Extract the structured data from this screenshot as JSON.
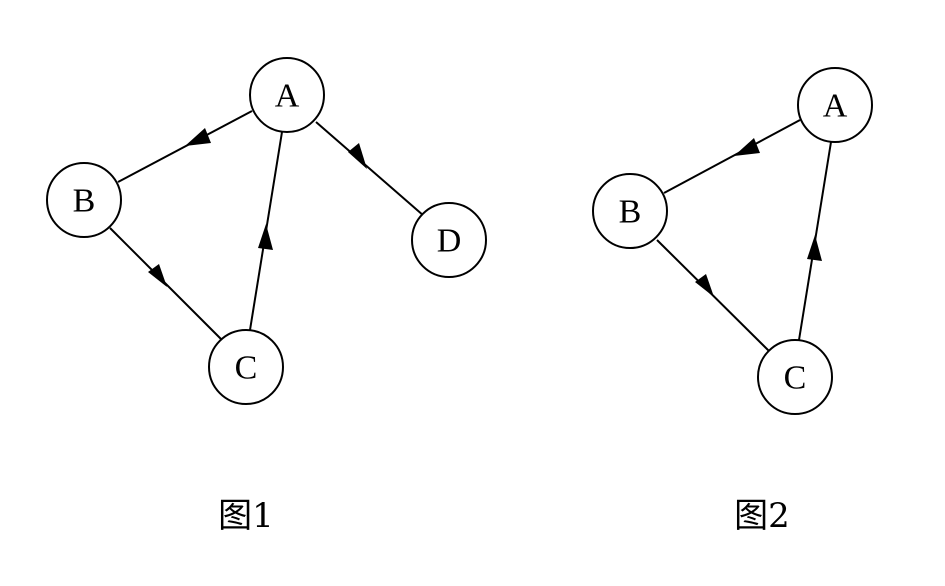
{
  "figures": [
    {
      "caption": "图1",
      "nodes": [
        {
          "id": "A",
          "label": "A"
        },
        {
          "id": "B",
          "label": "B"
        },
        {
          "id": "C",
          "label": "C"
        },
        {
          "id": "D",
          "label": "D"
        }
      ],
      "edges": [
        {
          "from": "A",
          "to": "B"
        },
        {
          "from": "B",
          "to": "C"
        },
        {
          "from": "C",
          "to": "A"
        },
        {
          "from": "A",
          "to": "D"
        }
      ]
    },
    {
      "caption": "图2",
      "nodes": [
        {
          "id": "A",
          "label": "A"
        },
        {
          "id": "B",
          "label": "B"
        },
        {
          "id": "C",
          "label": "C"
        }
      ],
      "edges": [
        {
          "from": "A",
          "to": "B"
        },
        {
          "from": "B",
          "to": "C"
        },
        {
          "from": "C",
          "to": "A"
        }
      ]
    }
  ]
}
